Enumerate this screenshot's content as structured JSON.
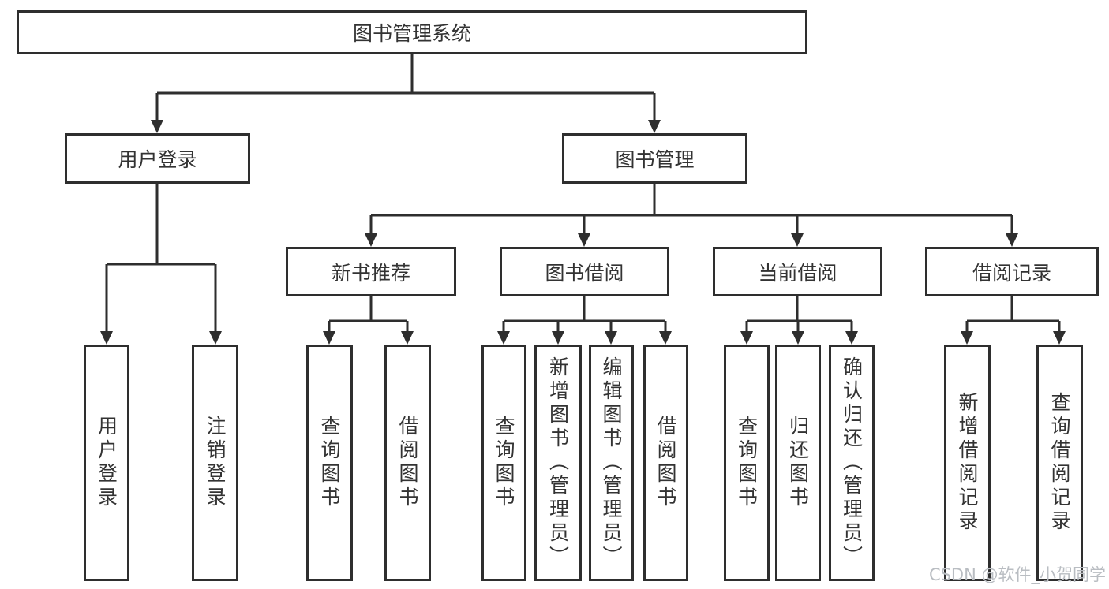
{
  "title": "图书管理系统",
  "tree": {
    "root": {
      "label": "图书管理系统",
      "children": [
        {
          "label": "用户登录",
          "children": [
            {
              "label": "用户登录"
            },
            {
              "label": "注销登录"
            }
          ]
        },
        {
          "label": "图书管理",
          "children": [
            {
              "label": "新书推荐",
              "children": [
                {
                  "label": "查询图书"
                },
                {
                  "label": "借阅图书"
                }
              ]
            },
            {
              "label": "图书借阅",
              "children": [
                {
                  "label": "查询图书"
                },
                {
                  "label": "新增图书（管理员）"
                },
                {
                  "label": "编辑图书（管理员）"
                },
                {
                  "label": "借阅图书"
                }
              ]
            },
            {
              "label": "当前借阅",
              "children": [
                {
                  "label": "查询图书"
                },
                {
                  "label": "归还图书"
                },
                {
                  "label": "确认归还（管理员）"
                }
              ]
            },
            {
              "label": "借阅记录",
              "children": [
                {
                  "label": "新增借阅记录"
                },
                {
                  "label": "查询借阅记录"
                }
              ]
            }
          ]
        }
      ]
    }
  },
  "watermark": {
    "text": "CSDN @软件_小贺同学"
  },
  "colors": {
    "background": "#ffffff",
    "box_border": "#2e2e2e",
    "line": "#2e2e2e",
    "text": "#333333",
    "watermark": "#b9bdc2"
  }
}
